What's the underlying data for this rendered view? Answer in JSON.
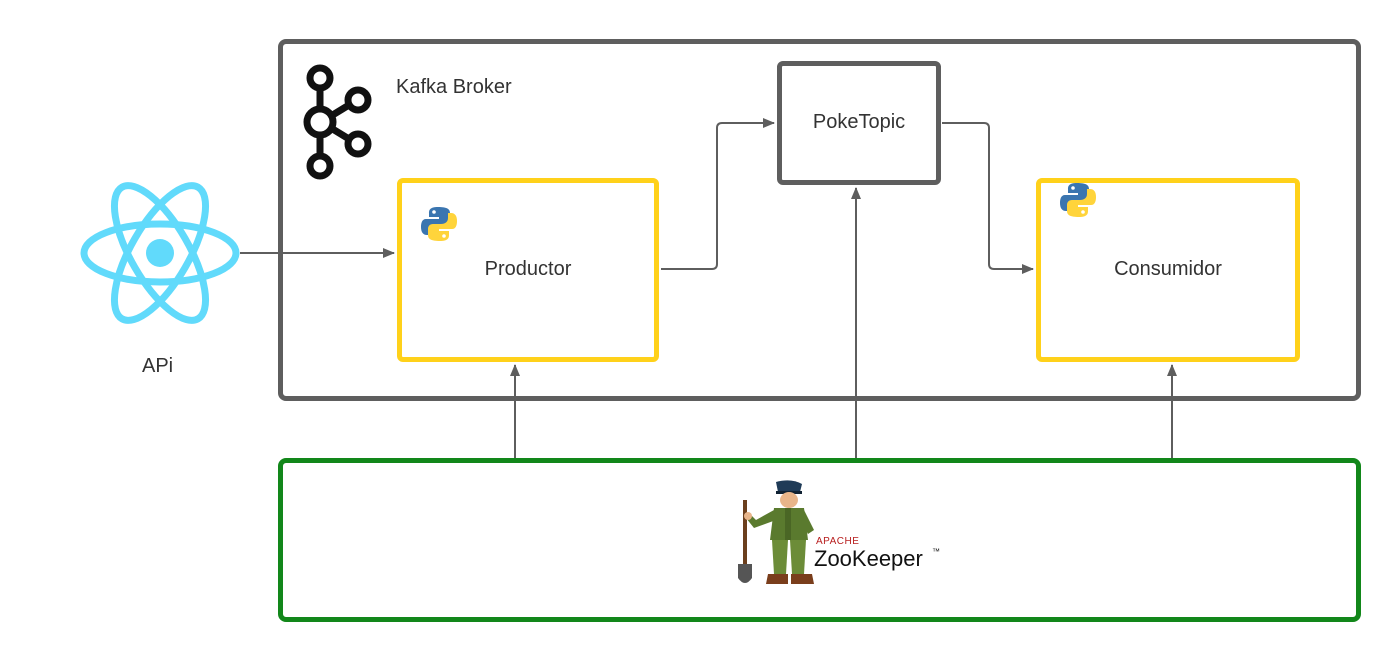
{
  "diagram": {
    "broker": {
      "label": "Kafka Broker",
      "icon": "kafka-icon"
    },
    "topic": {
      "label": "PokeTopic"
    },
    "producer": {
      "label": "Productor",
      "icon": "python-icon"
    },
    "consumer": {
      "label": "Consumidor",
      "icon": "python-icon"
    },
    "api": {
      "label": "APi",
      "icon": "react-icon"
    },
    "zookeeper": {
      "icon": "zookeeper-keeper-icon",
      "logo_top": "APACHE",
      "logo_main": "ZooKeeper",
      "logo_tm": "™"
    }
  },
  "colors": {
    "broker_border": "#5e5e5e",
    "service_border": "#ffd11a",
    "zookeeper_border": "#12871a",
    "react_blue": "#61dafb",
    "arrow": "#5e5e5e",
    "python_blue": "#3a75b0",
    "python_yellow": "#ffd43b",
    "apache_red": "#b71c1c"
  }
}
